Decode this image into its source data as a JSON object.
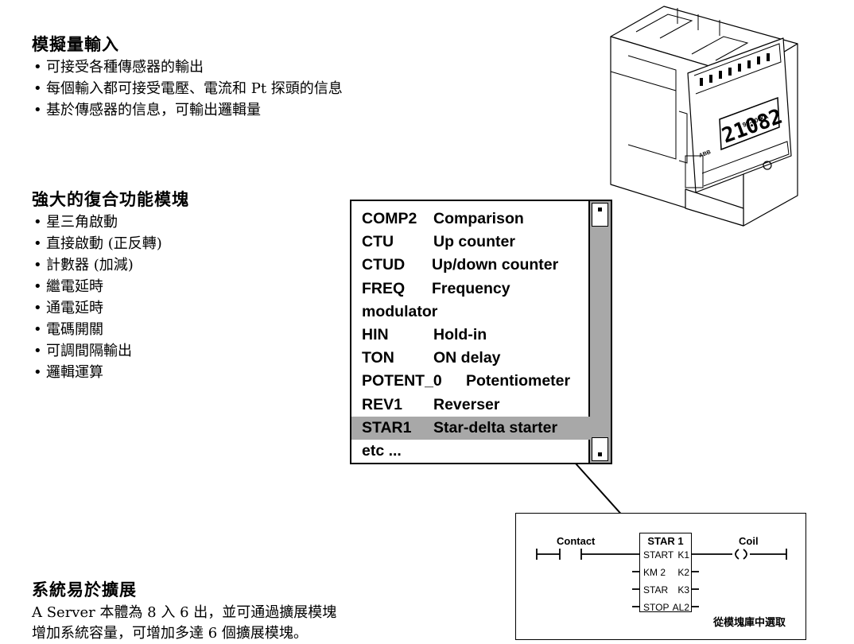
{
  "section1": {
    "title": "模擬量輸入",
    "items": [
      "可接受各種傳感器的輸出",
      "每個輸入都可接受電壓、電流和 Pt 探頭的信息",
      "基於傳感器的信息，可輸出邏輯量"
    ]
  },
  "section2": {
    "title": "強大的復合功能模塊",
    "items": [
      "星三角啟動",
      "直接啟動 (正反轉)",
      "計數器 (加減)",
      "繼電延時",
      "通電延時",
      "電碼開關",
      "可調間隔輸出",
      "邏輯運算"
    ]
  },
  "section3": {
    "title": "系統易於擴展",
    "line1": "A Server 本體為 8 入 6 出，並可通過擴展模塊",
    "line2": "增加系統容量，可增加多達 6 個擴展模塊。"
  },
  "function_blocks": [
    {
      "code": "COMP2",
      "desc": "Comparison"
    },
    {
      "code": "CTU",
      "desc": "Up counter"
    },
    {
      "code": "CTUD",
      "desc": "Up/down counter"
    },
    {
      "code": "FREQ",
      "desc": "Frequency"
    },
    {
      "code": "modulator",
      "desc": ""
    },
    {
      "code": "HIN",
      "desc": "Hold-in"
    },
    {
      "code": "TON",
      "desc": "ON delay"
    },
    {
      "code": "POTENT_0",
      "desc": "Potentiometer"
    },
    {
      "code": "REV1",
      "desc": "Reverser"
    },
    {
      "code": "STAR1",
      "desc": "Star-delta starter",
      "selected": true
    },
    {
      "code": "etc ...",
      "desc": ""
    }
  ],
  "device": {
    "display": "21082",
    "model": "98-00 XA",
    "brand": "ABB"
  },
  "ladder": {
    "contact_label": "Contact",
    "coil_label": "Coil",
    "block_title": "STAR 1",
    "pins": [
      {
        "left": "START",
        "right": "K1"
      },
      {
        "left": "KM 2",
        "right": "K2"
      },
      {
        "left": "STAR",
        "right": "K3"
      },
      {
        "left": "STOP",
        "right": "AL2"
      }
    ],
    "caption": "從模塊庫中選取"
  }
}
